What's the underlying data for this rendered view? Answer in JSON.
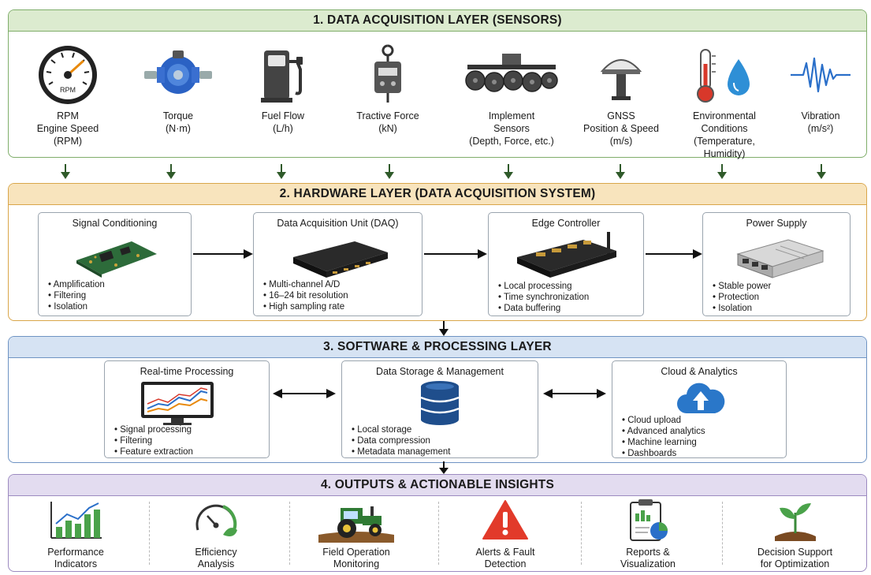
{
  "layer1": {
    "title": "1. DATA ACQUISITION LAYER (SENSORS)",
    "sensors": [
      {
        "icon": "tachometer-icon",
        "gauge_text": "RPM",
        "label": "RPM\nEngine Speed\n(RPM)"
      },
      {
        "icon": "torque-sensor-icon",
        "label": "Torque\n(N·m)"
      },
      {
        "icon": "fuel-pump-icon",
        "label": "Fuel Flow\n(L/h)"
      },
      {
        "icon": "load-cell-icon",
        "label": "Tractive Force\n(kN)"
      },
      {
        "icon": "tillage-implement-icon",
        "label": "Implement\nSensors\n(Depth, Force, etc.)"
      },
      {
        "icon": "gnss-antenna-icon",
        "label": "GNSS\nPosition & Speed\n(m/s)"
      },
      {
        "icon": "thermometer-droplet-icon",
        "label": "Environmental\nConditions\n(Temperature,\nHumidity)"
      },
      {
        "icon": "vibration-wave-icon",
        "label": "Vibration\n(m/s²)"
      }
    ]
  },
  "layer2": {
    "title": "2. HARDWARE LAYER (DATA ACQUISITION SYSTEM)",
    "boxes": [
      {
        "title": "Signal Conditioning",
        "icon": "circuit-board-icon",
        "items": [
          "Amplification",
          "Filtering",
          "Isolation"
        ]
      },
      {
        "title": "Data Acquisition Unit (DAQ)",
        "icon": "daq-unit-icon",
        "items": [
          "Multi-channel A/D",
          "16–24 bit resolution",
          "High sampling rate"
        ]
      },
      {
        "title": "Edge Controller",
        "icon": "edge-controller-icon",
        "items": [
          "Local processing",
          "Time synchronization",
          "Data buffering"
        ]
      },
      {
        "title": "Power Supply",
        "icon": "power-supply-icon",
        "items": [
          "Stable power",
          "Protection",
          "Isolation"
        ]
      }
    ]
  },
  "layer3": {
    "title": "3. SOFTWARE & PROCESSING LAYER",
    "boxes": [
      {
        "title": "Real-time Processing",
        "icon": "monitor-chart-icon",
        "items": [
          "Signal processing",
          "Filtering",
          "Feature extraction"
        ]
      },
      {
        "title": "Data Storage & Management",
        "icon": "database-icon",
        "items": [
          "Local storage",
          "Data compression",
          "Metadata management"
        ]
      },
      {
        "title": "Cloud & Analytics",
        "icon": "cloud-upload-icon",
        "items": [
          "Cloud upload",
          "Advanced analytics",
          "Machine learning",
          "Dashboards"
        ]
      }
    ]
  },
  "layer4": {
    "title": "4. OUTPUTS & ACTIONABLE INSIGHTS",
    "outputs": [
      {
        "icon": "bar-line-chart-icon",
        "label": "Performance\nIndicators"
      },
      {
        "icon": "efficiency-gauge-icon",
        "label": "Efficiency\nAnalysis"
      },
      {
        "icon": "tractor-icon",
        "label": "Field Operation\nMonitoring"
      },
      {
        "icon": "warning-triangle-icon",
        "label": "Alerts & Fault\nDetection"
      },
      {
        "icon": "report-clipboard-icon",
        "label": "Reports &\nVisualization"
      },
      {
        "icon": "seedling-icon",
        "label": "Decision Support\nfor Optimization"
      }
    ]
  },
  "colors": {
    "layer1": "#7fae6a",
    "layer2": "#d9a64a",
    "layer3": "#6e93c3",
    "layer4": "#9c8ac0",
    "arrow": "#2f5a2a",
    "alert": "#e23a2a",
    "cloud": "#2a77c9"
  }
}
